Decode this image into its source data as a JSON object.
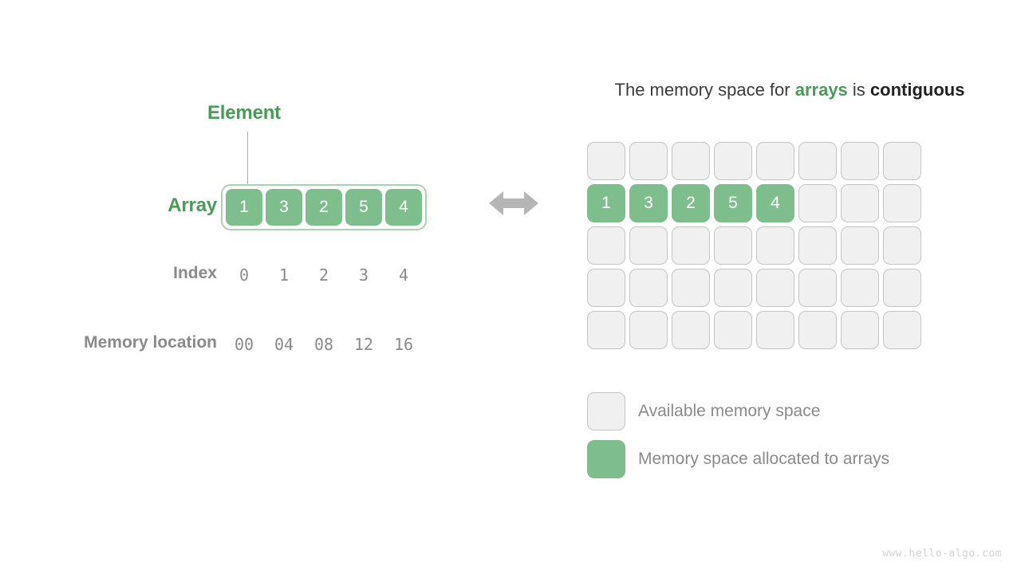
{
  "left": {
    "element_label": "Element",
    "array_label": "Array",
    "index_label": "Index",
    "memory_label": "Memory location",
    "array_values": [
      "1",
      "3",
      "2",
      "5",
      "4"
    ],
    "index_values": [
      "0",
      "1",
      "2",
      "3",
      "4"
    ],
    "memory_values": [
      "00",
      "04",
      "08",
      "12",
      "16"
    ],
    "arrow_icon": "double-headed-arrow-icon"
  },
  "right": {
    "headline": {
      "part1": "The memory space for ",
      "highlight": "arrays",
      "part2": " is ",
      "emphasis": "contiguous"
    },
    "grid": {
      "columns": 8,
      "rows": 5,
      "filled_row_index": 1,
      "filled_values": [
        "1",
        "3",
        "2",
        "5",
        "4"
      ]
    },
    "legend": [
      {
        "type": "free",
        "label": "Available memory space"
      },
      {
        "type": "used",
        "label": "Memory space allocated to arrays"
      }
    ]
  },
  "watermark": "www.hello-algo.com",
  "colors": {
    "green": "#7ebd8c",
    "green_text": "#4a9a58",
    "gray_text": "#8a8a8a",
    "cell_free": "#f0f0f0",
    "cell_border": "#c4c4c4"
  }
}
